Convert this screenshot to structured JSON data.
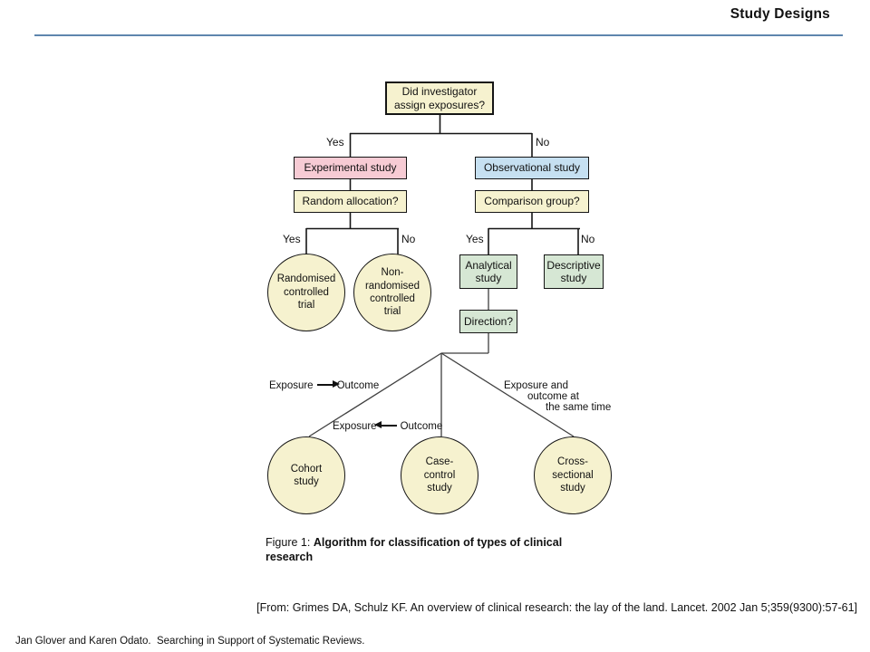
{
  "header": {
    "title": "Study Designs",
    "rule_color": "#5e86ae"
  },
  "diagram": {
    "colors": {
      "cream": "#f6f2cf",
      "pink": "#f7cbd4",
      "blue": "#c6e0f1",
      "green": "#d6e7d4"
    },
    "nodes": {
      "root": "Did investigator\nassign exposures?",
      "experimental": "Experimental study",
      "observational": "Observational study",
      "random_allocation": "Random allocation?",
      "comparison_group": "Comparison group?",
      "rct": "Randomised\ncontrolled\ntrial",
      "non_rct": "Non-\nrandomised\ncontrolled\ntrial",
      "analytical": "Analytical\nstudy",
      "descriptive": "Descriptive\nstudy",
      "direction": "Direction?",
      "cohort": "Cohort\nstudy",
      "case_control": "Case-\ncontrol\nstudy",
      "cross_sectional": "Cross-\nsectional\nstudy"
    },
    "branch_labels": {
      "yes1": "Yes",
      "no1": "No",
      "yes2": "Yes",
      "no2": "No",
      "yes3": "Yes",
      "no3": "No"
    },
    "edge_labels": {
      "cohort": {
        "pre": "Exposure",
        "post": "Outcome"
      },
      "case_control": {
        "pre": "Exposure",
        "post": "Outcome"
      },
      "cross_sectional": {
        "line1": "Exposure and",
        "line2": "outcome at",
        "line3": "the same time"
      }
    }
  },
  "caption": {
    "prefix": "Figure 1: ",
    "bold": "Algorithm for classification of types of clinical research"
  },
  "citation": "[From: Grimes DA, Schulz KF. An overview of clinical research: the lay of the land. Lancet. 2002 Jan 5;359(9300):57-61]",
  "footer": "Jan Glover and Karen Odato.  Searching in Support of Systematic Reviews."
}
